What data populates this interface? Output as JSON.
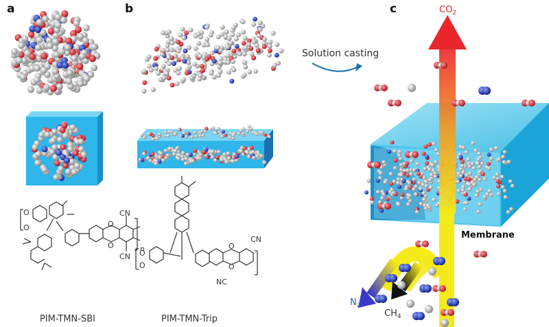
{
  "panels": {
    "a": "a",
    "b": "b",
    "c": "c"
  },
  "panel_a": {
    "compound_name": "PIM-TMN-SBI",
    "labels": {
      "o1": "O",
      "o2": "O",
      "o3": "O",
      "o4": "O",
      "cn1": "CN",
      "cn2": "CN",
      "n": "n"
    }
  },
  "panel_b": {
    "compound_name": "PIM-TMN-Trip",
    "labels": {
      "o1": "O",
      "o2": "O",
      "o3": "O",
      "o4": "O",
      "cn1": "CN",
      "nc": "NC"
    }
  },
  "panel_c": {
    "process_label": "Solution casting",
    "co2_label": "CO",
    "co2_sub": "2",
    "membrane_label": "Membrane",
    "n2_label": "N",
    "n2_sub": "2",
    "ch4_label": "CH",
    "ch4_sub": "4"
  },
  "colors": {
    "oxygen": "#d9262b",
    "nitrogen": "#1f3fa8",
    "carbon": "#c8c8c8",
    "block": "#2fb6ea",
    "co2_arrow": "#e8262b",
    "feed_arrow": "#f5ea1a",
    "n2_text": "#2a5fc8"
  }
}
